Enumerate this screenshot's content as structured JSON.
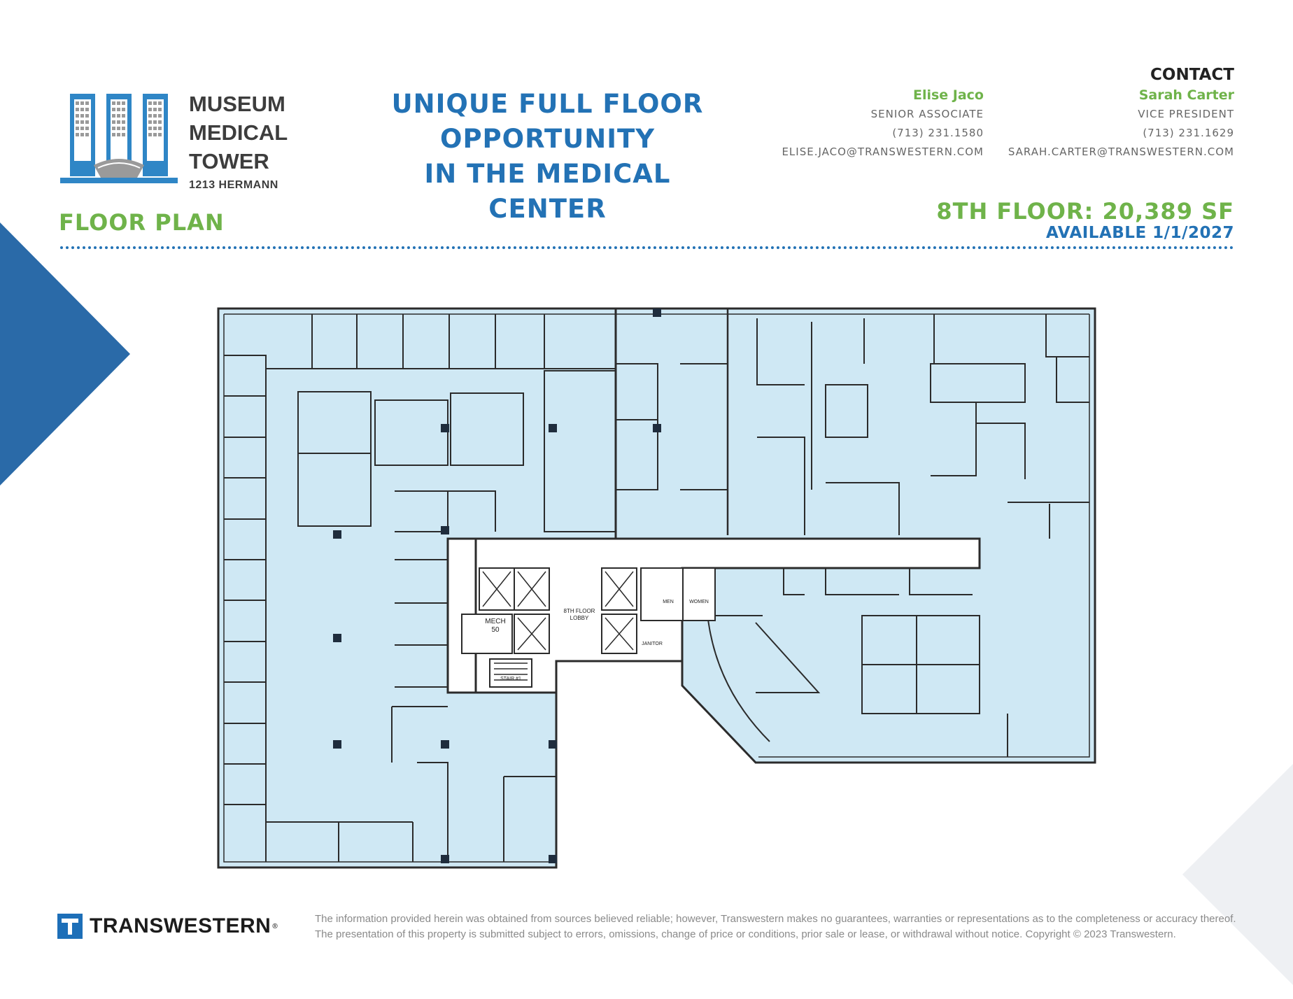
{
  "logo": {
    "line1": "MUSEUM",
    "line2": "MEDICAL",
    "line3": "TOWER",
    "address": "1213 HERMANN",
    "icon": "building-icon"
  },
  "headline": {
    "line1": "UNIQUE FULL FLOOR",
    "line2": "OPPORTUNITY",
    "line3": "IN THE MEDICAL CENTER"
  },
  "contacts": {
    "heading": "CONTACT",
    "primary": {
      "name": "Elise  Jaco",
      "title": "SENIOR ASSOCIATE",
      "phone": "(713) 231.1580",
      "email": "ELISE.JACO@TRANSWESTERN.COM"
    },
    "secondary": {
      "name": "Sarah Carter",
      "title": "VICE PRESIDENT",
      "phone": "(713) 231.1629",
      "email": "SARAH.CARTER@TRANSWESTERN.COM"
    }
  },
  "section_label": "FLOOR PLAN",
  "floor_size": "8TH FLOOR: 20,389 SF",
  "availability": "AVAILABLE 1/1/2027",
  "plan_labels": {
    "mech": "MECH",
    "mech_no": "50",
    "lobby_1": "8TH  FLOOR",
    "lobby_2": "LOBBY",
    "men": "MEN",
    "women": "WOMEN",
    "janitor": "JANITOR",
    "stair": "STAIR  #1"
  },
  "footer": {
    "brand": "TRANSWESTERN",
    "disclaimer_1": "The information provided herein was obtained from sources believed reliable; however, Transwestern makes no guarantees, warranties or representations as to the completeness or accuracy thereof.",
    "disclaimer_2": "The presentation of this property is submitted subject to errors, omissions, change of price or conditions, prior sale or lease, or withdrawal without notice. Copyright © 2023 Transwestern."
  },
  "colors": {
    "brand_blue": "#2372b5",
    "brand_green": "#6fb34a",
    "plan_fill": "#cfe8f4",
    "wall": "#2b2b2b"
  }
}
